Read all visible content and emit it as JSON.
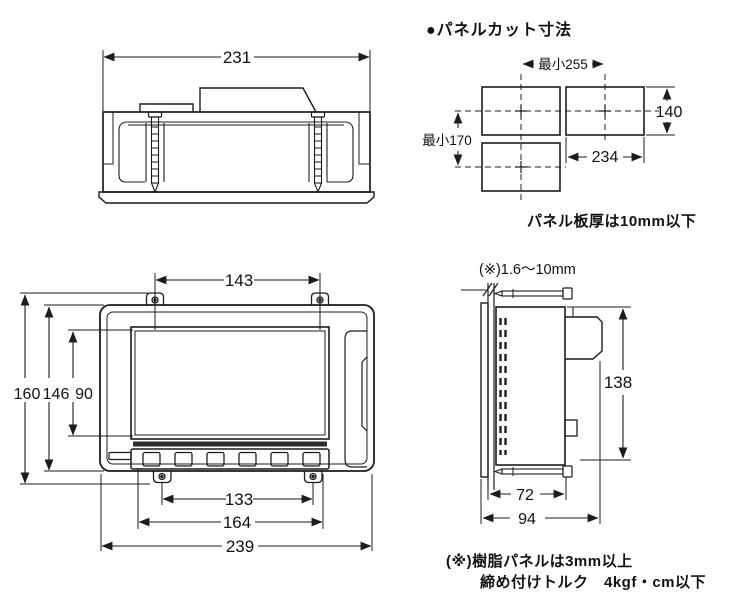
{
  "panel_cut": {
    "title": "●パネルカット寸法",
    "dim_min_width": "最小255",
    "dim_min_height": "最小170",
    "dim_cutout_height": "140",
    "dim_cutout_width": "234",
    "note_thickness": "パネル板厚は10mm以下"
  },
  "top_view": {
    "dim_width": "231"
  },
  "front_view": {
    "dim_top_mount_pitch": "143",
    "dim_height_overall": "160",
    "dim_height_case": "146",
    "dim_height_display": "90",
    "dim_bottom_mount_pitch": "133",
    "dim_bottom_span": "164",
    "dim_width_overall": "239"
  },
  "side_view": {
    "note_panel_thickness_range": "(※)1.6～10mm",
    "dim_height": "138",
    "dim_depth_mounting": "72",
    "dim_depth_overall": "94"
  },
  "footnotes": {
    "line1": "(※)樹脂パネルは3mm以上",
    "line2": "締め付けトルク　4kgf・cm以下"
  },
  "colors": {
    "line": "#1c1c1c",
    "background": "#ffffff"
  }
}
